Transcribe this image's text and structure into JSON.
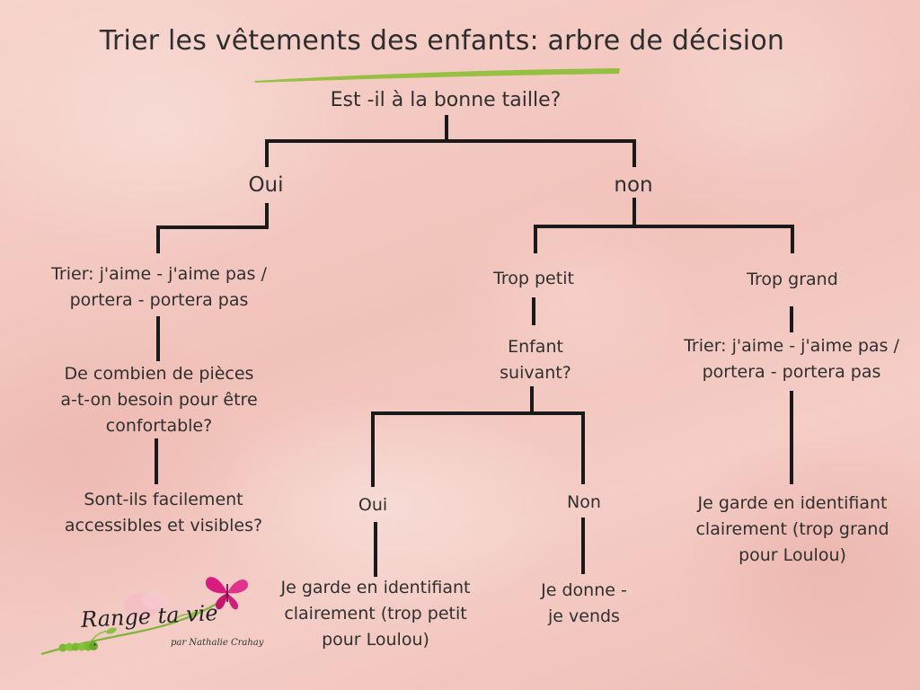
{
  "title": "Trier les vêtements des enfants: arbre de décision",
  "colors": {
    "background": "#f3c9c2",
    "connector": "#1a1a1a",
    "title_underline": "#8fbf3a",
    "butterfly": "#d81b7e",
    "text": "#2f2f2f"
  },
  "tree": {
    "root": "Est -il à la bonne taille?",
    "yes_branch": {
      "label": "Oui",
      "step1": [
        "Trier: j'aime - j'aime pas /",
        "portera - portera pas"
      ],
      "step2": [
        "De combien de pièces",
        "a-t-on besoin pour être",
        "confortable?"
      ],
      "step3": [
        "Sont-ils facilement",
        "accessibles et visibles?"
      ]
    },
    "no_branch": {
      "label": "non",
      "too_small": {
        "label": "Trop petit",
        "question": [
          "Enfant",
          "suivant?"
        ],
        "yes": {
          "label": "Oui",
          "result": [
            "Je garde en identifiant",
            "clairement (trop petit",
            "pour Loulou)"
          ]
        },
        "no": {
          "label": "Non",
          "result": [
            "Je donne -",
            "je vends"
          ]
        }
      },
      "too_big": {
        "label": "Trop grand",
        "step1": [
          "Trier: j'aime - j'aime pas /",
          "portera - portera pas"
        ],
        "result": [
          "Je garde en identifiant",
          "clairement (trop grand",
          "pour Loulou)"
        ]
      }
    }
  },
  "logo": {
    "name": "Range ta vie",
    "byline": "par Nathalie Crahay",
    "icons": [
      "butterfly-icon",
      "caterpillar-icon",
      "vine-icon"
    ]
  }
}
